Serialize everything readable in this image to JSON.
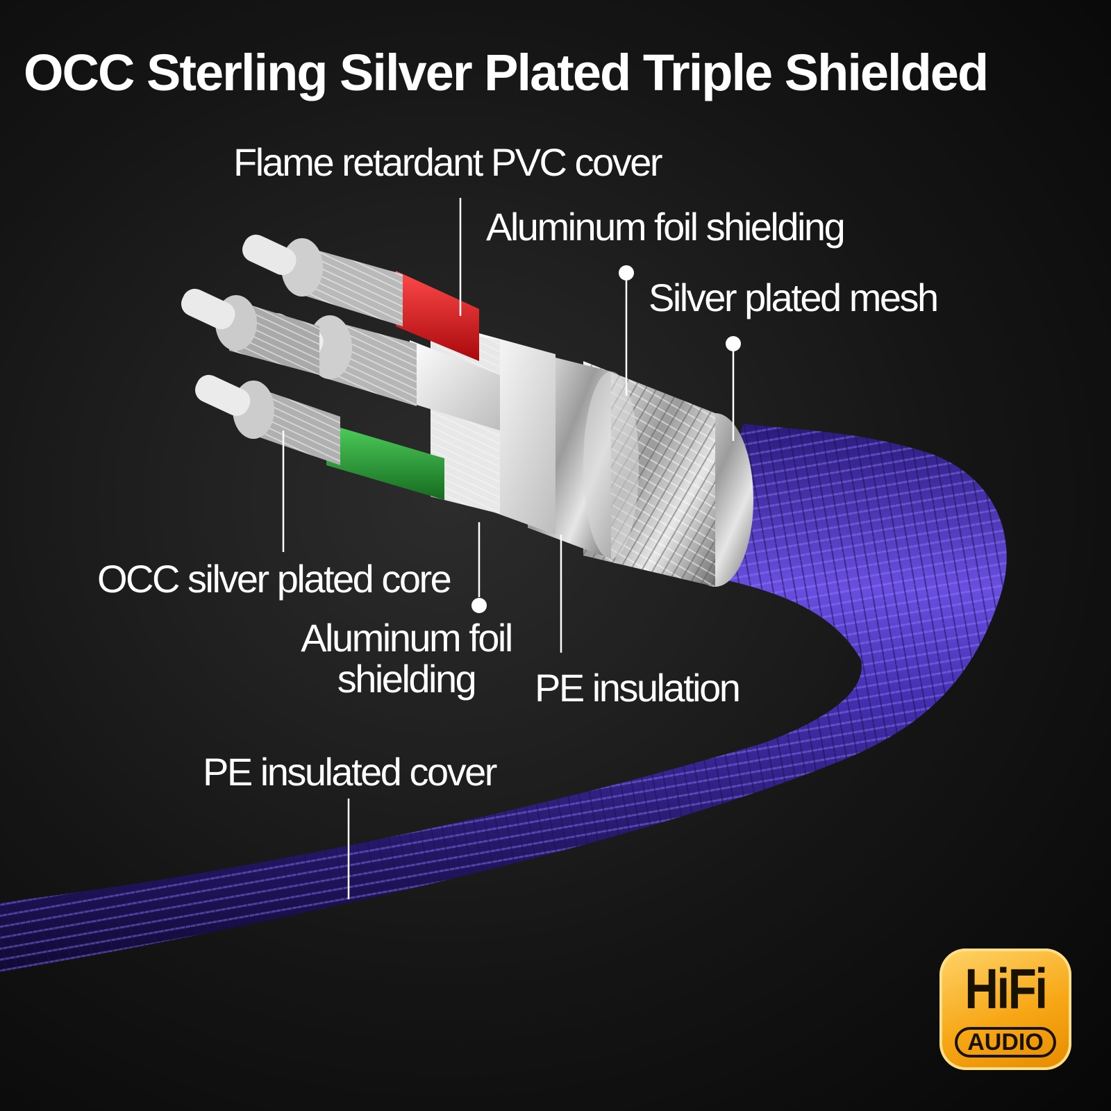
{
  "title": "OCC Sterling Silver Plated Triple Shielded",
  "labels": {
    "flame_retardant_pvc_cover": "Flame retardant PVC cover",
    "aluminum_foil_shielding_outer": "Aluminum foil shielding",
    "silver_plated_mesh": "Silver plated mesh",
    "occ_silver_plated_core": "OCC silver plated core",
    "aluminum_foil_shielding_inner_line1": "Aluminum foil",
    "aluminum_foil_shielding_inner_line2": "shielding",
    "pe_insulation": "PE insulation",
    "pe_insulated_cover": "PE insulated cover"
  },
  "badge": {
    "top": "HiFi",
    "bottom": "AUDIO"
  },
  "colors": {
    "background": "#0c0c0c",
    "cable_jacket": "#4a33b8",
    "red_insulation": "#e0262a",
    "green_insulation": "#2ea13a",
    "white_insulation": "#f2f2f2",
    "badge_gold": "#f7a716"
  }
}
